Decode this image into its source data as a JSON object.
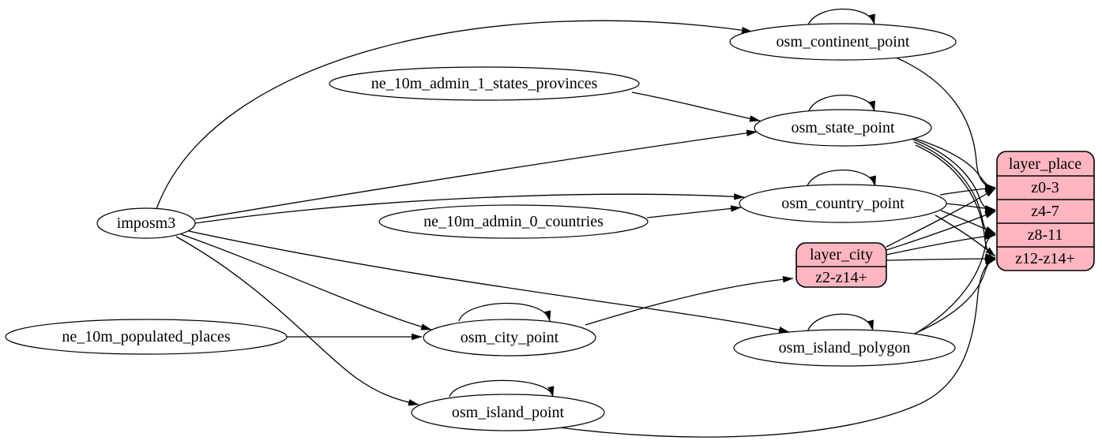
{
  "diagram": {
    "type": "etl-graph",
    "colors": {
      "background": "#ffffff",
      "table_fill": "#ffffff",
      "layer_fill": "#ffb6c1",
      "stroke": "#000000"
    },
    "nodes": {
      "imposm3": "imposm3",
      "ne_10m_admin_1_states_provinces": "ne_10m_admin_1_states_provinces",
      "ne_10m_admin_0_countries": "ne_10m_admin_0_countries",
      "ne_10m_populated_places": "ne_10m_populated_places",
      "osm_continent_point": "osm_continent_point",
      "osm_state_point": "osm_state_point",
      "osm_country_point": "osm_country_point",
      "osm_city_point": "osm_city_point",
      "osm_island_polygon": "osm_island_polygon",
      "osm_island_point": "osm_island_point"
    },
    "layer_place": {
      "title": "layer_place",
      "rows": [
        "z0-3",
        "z4-7",
        "z8-11",
        "z12-z14+"
      ]
    },
    "layer_city": {
      "title": "layer_city",
      "rows": [
        "z2-z14+"
      ]
    },
    "edges": [
      {
        "from": "imposm3",
        "to": "osm_continent_point"
      },
      {
        "from": "imposm3",
        "to": "osm_state_point"
      },
      {
        "from": "imposm3",
        "to": "osm_country_point"
      },
      {
        "from": "imposm3",
        "to": "osm_city_point"
      },
      {
        "from": "imposm3",
        "to": "osm_island_polygon"
      },
      {
        "from": "imposm3",
        "to": "osm_island_point"
      },
      {
        "from": "ne_10m_admin_1_states_provinces",
        "to": "osm_state_point"
      },
      {
        "from": "ne_10m_admin_0_countries",
        "to": "osm_country_point"
      },
      {
        "from": "ne_10m_populated_places",
        "to": "osm_city_point"
      },
      {
        "from": "osm_continent_point",
        "to": "osm_continent_point"
      },
      {
        "from": "osm_state_point",
        "to": "osm_state_point"
      },
      {
        "from": "osm_country_point",
        "to": "osm_country_point"
      },
      {
        "from": "osm_city_point",
        "to": "osm_city_point"
      },
      {
        "from": "osm_island_polygon",
        "to": "osm_island_polygon"
      },
      {
        "from": "osm_island_point",
        "to": "osm_island_point"
      },
      {
        "from": "osm_continent_point",
        "to": "layer_place:z0-3"
      },
      {
        "from": "osm_state_point",
        "to": "layer_place:z0-3"
      },
      {
        "from": "osm_state_point",
        "to": "layer_place:z4-7"
      },
      {
        "from": "osm_state_point",
        "to": "layer_place:z8-11"
      },
      {
        "from": "osm_state_point",
        "to": "layer_place:z12-z14+"
      },
      {
        "from": "osm_country_point",
        "to": "layer_place:z0-3"
      },
      {
        "from": "osm_country_point",
        "to": "layer_place:z4-7"
      },
      {
        "from": "osm_country_point",
        "to": "layer_place:z8-11"
      },
      {
        "from": "osm_country_point",
        "to": "layer_place:z12-z14+"
      },
      {
        "from": "osm_island_polygon",
        "to": "layer_place:z8-11"
      },
      {
        "from": "osm_island_polygon",
        "to": "layer_place:z12-z14+"
      },
      {
        "from": "osm_island_point",
        "to": "layer_place:z12-z14+"
      },
      {
        "from": "osm_city_point",
        "to": "layer_city:z2-z14+"
      },
      {
        "from": "layer_city",
        "to": "layer_place:z0-3"
      },
      {
        "from": "layer_city",
        "to": "layer_place:z4-7"
      },
      {
        "from": "layer_city",
        "to": "layer_place:z8-11"
      },
      {
        "from": "layer_city",
        "to": "layer_place:z12-z14+"
      }
    ]
  }
}
